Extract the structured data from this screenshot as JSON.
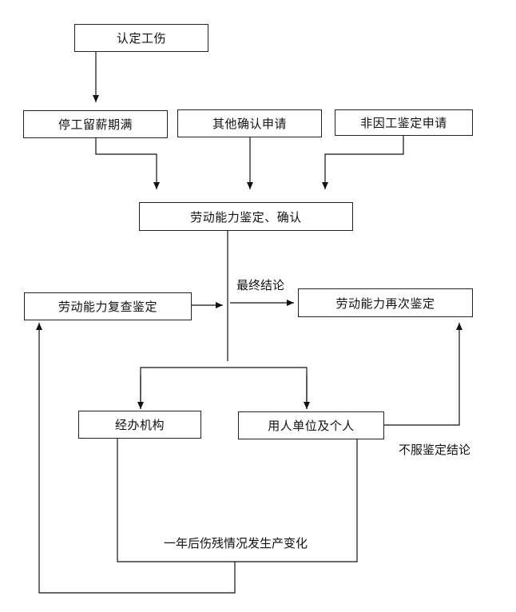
{
  "diagram": {
    "nodes": {
      "confirm_injury": "认定工伤",
      "leave_expired": "停工留薪期满",
      "other_confirm": "其他确认申请",
      "non_injury_appraisal": "非因工鉴定申请",
      "labor_appraisal": "劳动能力鉴定、确认",
      "review_appraisal": "劳动能力复查鉴定",
      "re_appraisal": "劳动能力再次鉴定",
      "agency": "经办机构",
      "employer_individual": "用人单位及个人"
    },
    "labels": {
      "final_conclusion": "最终结论",
      "disagree_conclusion": "不服鉴定结论",
      "change_after_year": "一年后伤残情况发生产变化"
    },
    "colors": {
      "line": "#111111",
      "box_border": "#222222",
      "background": "#ffffff"
    }
  }
}
